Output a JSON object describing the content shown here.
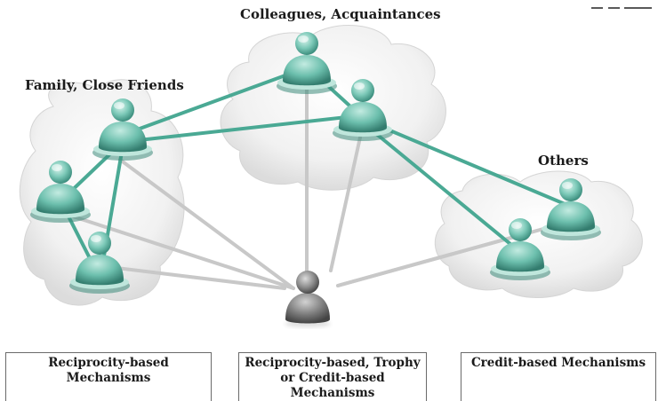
{
  "groups": {
    "colleagues": "Colleagues, Acquaintances",
    "family": "Family, Close Friends",
    "others": "Others"
  },
  "mechanisms": {
    "left": "Reciprocity-based\nMechanisms",
    "middle": "Reciprocity-based, Trophy\nor Credit-based\nMechanisms",
    "right": "Credit-based Mechanisms"
  },
  "colors": {
    "teal_person": "#5fb8a6",
    "teal_link": "#4aaa96",
    "gray_link": "#c4c4c4",
    "central_person": "#6f6f6f",
    "cloud": "#f2f2f2"
  }
}
